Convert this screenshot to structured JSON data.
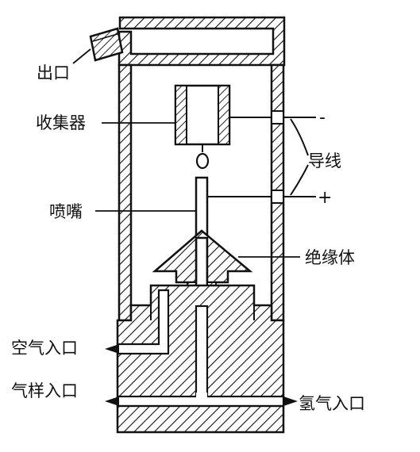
{
  "labels": {
    "outlet": "出口",
    "collector": "收集器",
    "wires": "导线",
    "nozzle": "喷嘴",
    "insulator": "绝缘体",
    "air_inlet": "空气入口",
    "sample_inlet": "气样入口",
    "hydrogen_inlet": "氢气入口"
  },
  "signs": {
    "negative": "-",
    "positive": "+"
  },
  "colors": {
    "ink": "#111111",
    "background": "#ffffff"
  }
}
